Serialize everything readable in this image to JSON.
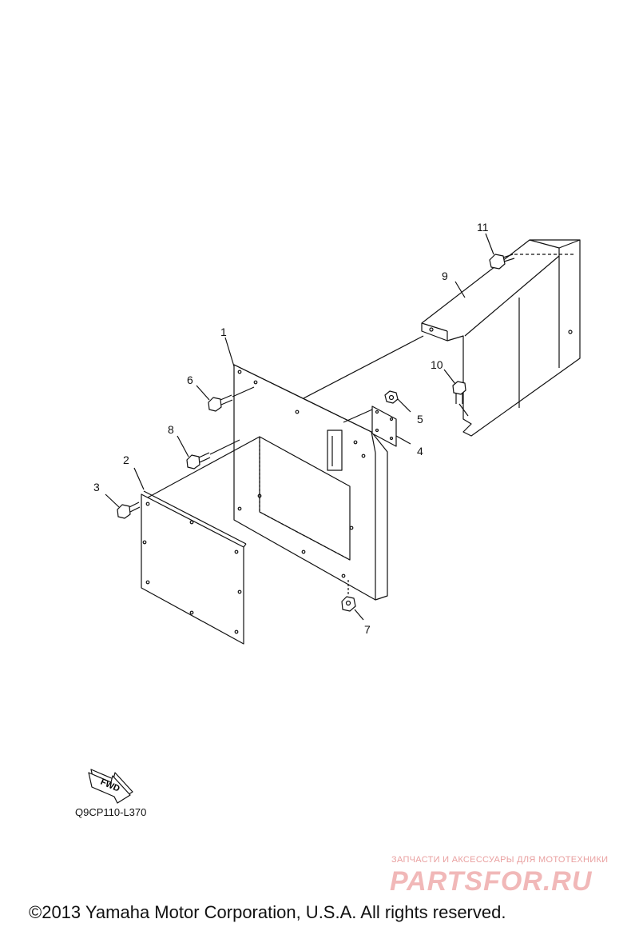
{
  "parts": [
    {
      "id": "1",
      "label": "1"
    },
    {
      "id": "2",
      "label": "2"
    },
    {
      "id": "3",
      "label": "3"
    },
    {
      "id": "4",
      "label": "4"
    },
    {
      "id": "5",
      "label": "5"
    },
    {
      "id": "6",
      "label": "6"
    },
    {
      "id": "7",
      "label": "7"
    },
    {
      "id": "8",
      "label": "8"
    },
    {
      "id": "9",
      "label": "9"
    },
    {
      "id": "10",
      "label": "10"
    },
    {
      "id": "11",
      "label": "11"
    }
  ],
  "fwd_label": "FWD",
  "diagram_code": "Q9CP110-L370",
  "watermark": {
    "tagline": "ЗАПЧАСТИ И АКСЕССУАРЫ ДЛЯ МОТОТЕХНИКИ",
    "logo": "PARTSFOR.RU"
  },
  "copyright": "©2013 Yamaha Motor Corporation, U.S.A. All rights reserved."
}
